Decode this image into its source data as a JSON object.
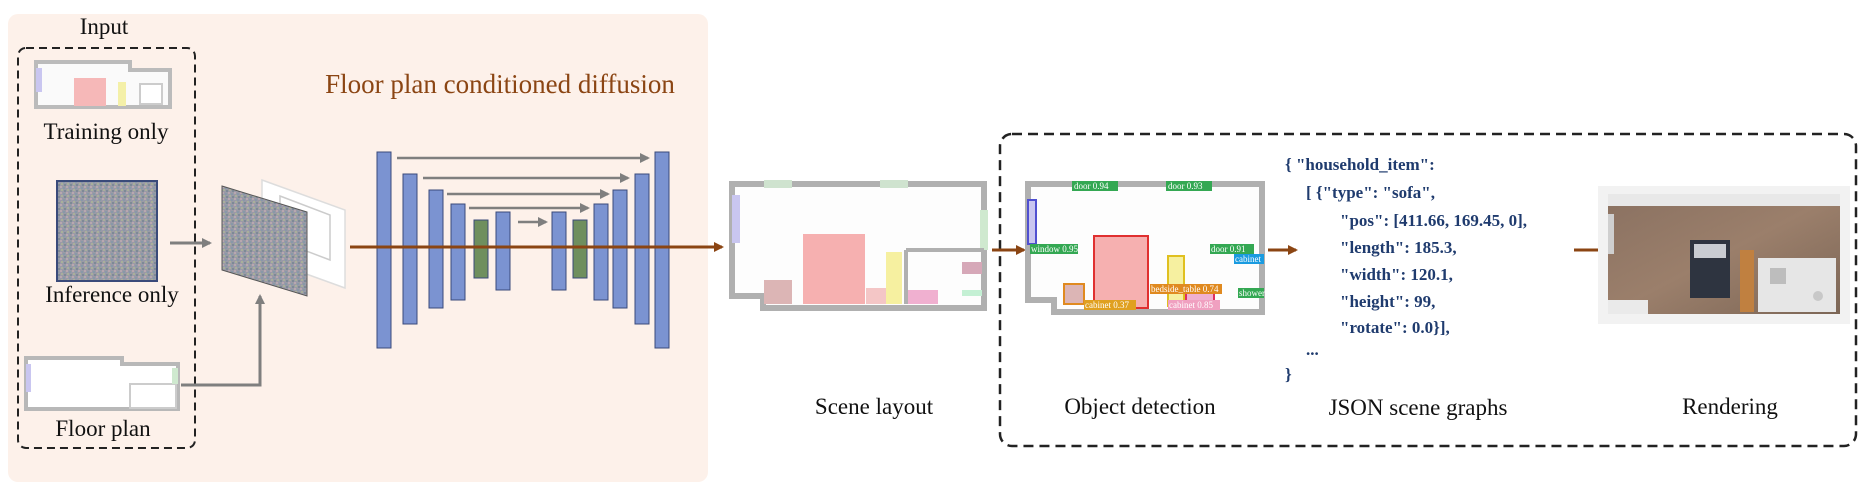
{
  "input": {
    "title": "Input",
    "training_label": "Training only",
    "inference_label": "Inference only",
    "floorplan_label": "Floor plan"
  },
  "diffusion": {
    "title": "Floor plan conditioned diffusion"
  },
  "scene_layout_label": "Scene layout",
  "detection": {
    "label": "Object detection",
    "boxes": [
      "door 0.94",
      "door 0.93",
      "window 0.95",
      "door 0.91",
      "cabinet",
      "bedside_table 0.74",
      "cabinet 0.85",
      "cabinet 0.37",
      "shower"
    ]
  },
  "json_graph": {
    "label": "JSON scene graphs",
    "lines": [
      "{ \"household_item\":",
      "[ {\"type\": \"sofa\",",
      "\"pos\": [411.66, 169.45, 0],",
      "\"length\": 185.3,",
      "\"width\": 120.1,",
      "\"height\": 99,",
      "\"rotate\": 0.0}],",
      "...",
      "}"
    ]
  },
  "rendering_label": "Rendering",
  "colors": {
    "panel_bg": "#fdf1ea",
    "diffusion_title": "#8b4513",
    "arrow_main": "#8b4513",
    "arrow_gray": "#7f7f7f",
    "unet_block": "#7b93d1",
    "unet_mid": "#6f8f5e",
    "json_text": "#1f3b6e"
  }
}
